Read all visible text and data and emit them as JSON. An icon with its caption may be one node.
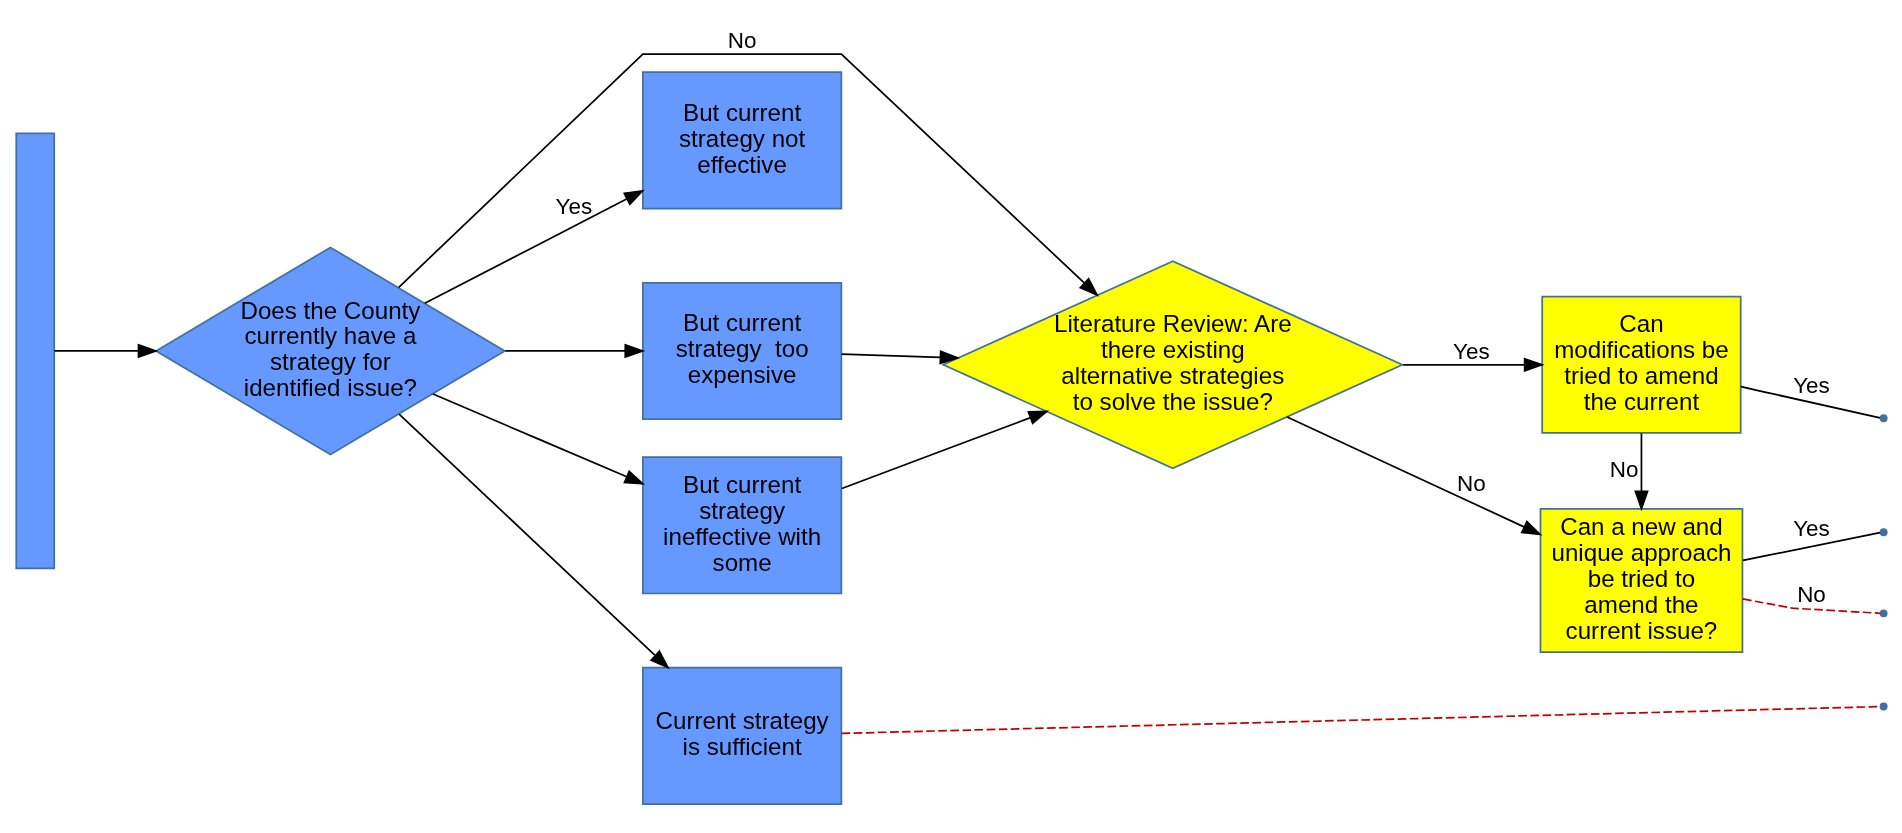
{
  "diagram": {
    "nodes": [
      {
        "text": [],
        "shape": "box"
      },
      {
        "text": [
          "Does the County currently have a strategy for identified issue?"
        ]
      },
      {
        "text": [
          "But current strategy  too expensive"
        ]
      },
      {
        "text": [
          "But current strategy not effective"
        ]
      },
      {
        "text": [
          "But current strategy ineffective with some"
        ]
      },
      {
        "text": [
          "Current strategy is sufficient"
        ]
      },
      {
        "text": [
          "Literature Review: Are there existing alternative strategies to solve the issue?"
        ]
      },
      {
        "text": [
          "Can modifications be tried to amend the current"
        ]
      },
      {
        "text": [
          "Can a new and unique approach be tried to amend the current issue?"
        ]
      }
    ],
    "edges": [
      {
        "from": 0,
        "to": 1,
        "arrow": "to"
      },
      {
        "from": 1,
        "to": 2,
        "arrow": "to"
      },
      {
        "from": 1,
        "to": 3,
        "arrow": "to",
        "label": "Yes"
      },
      {
        "from": 1,
        "to": 4,
        "arrow": "to"
      },
      {
        "from": 1,
        "to": 5,
        "arrow": "to"
      },
      {
        "from": 1,
        "to": 6,
        "arrow": "to",
        "label": "No"
      },
      {
        "from": 2,
        "to": 6,
        "arrow": "to"
      },
      {
        "from": 4,
        "to": 6,
        "arrow": "to"
      },
      {
        "from": 6,
        "to": 7,
        "arrow": "to",
        "label": "Yes"
      },
      {
        "from": 6,
        "to": 8,
        "arrow": "to",
        "label": "No"
      },
      {
        "from": 7,
        "to": 8,
        "arrow": "to",
        "label": "No"
      },
      {
        "from": 7,
        "to": null,
        "arrow": "none",
        "label": "Yes"
      },
      {
        "from": 8,
        "to": null,
        "arrow": "none",
        "label": "Yes"
      },
      {
        "from": 5,
        "to": null,
        "arrow": "none",
        "style": "dashed",
        "color": "#c00000"
      },
      {
        "from": 8,
        "to": null,
        "arrow": "none",
        "style": "dashed",
        "color": "#c00000",
        "label": "No"
      }
    ]
  }
}
